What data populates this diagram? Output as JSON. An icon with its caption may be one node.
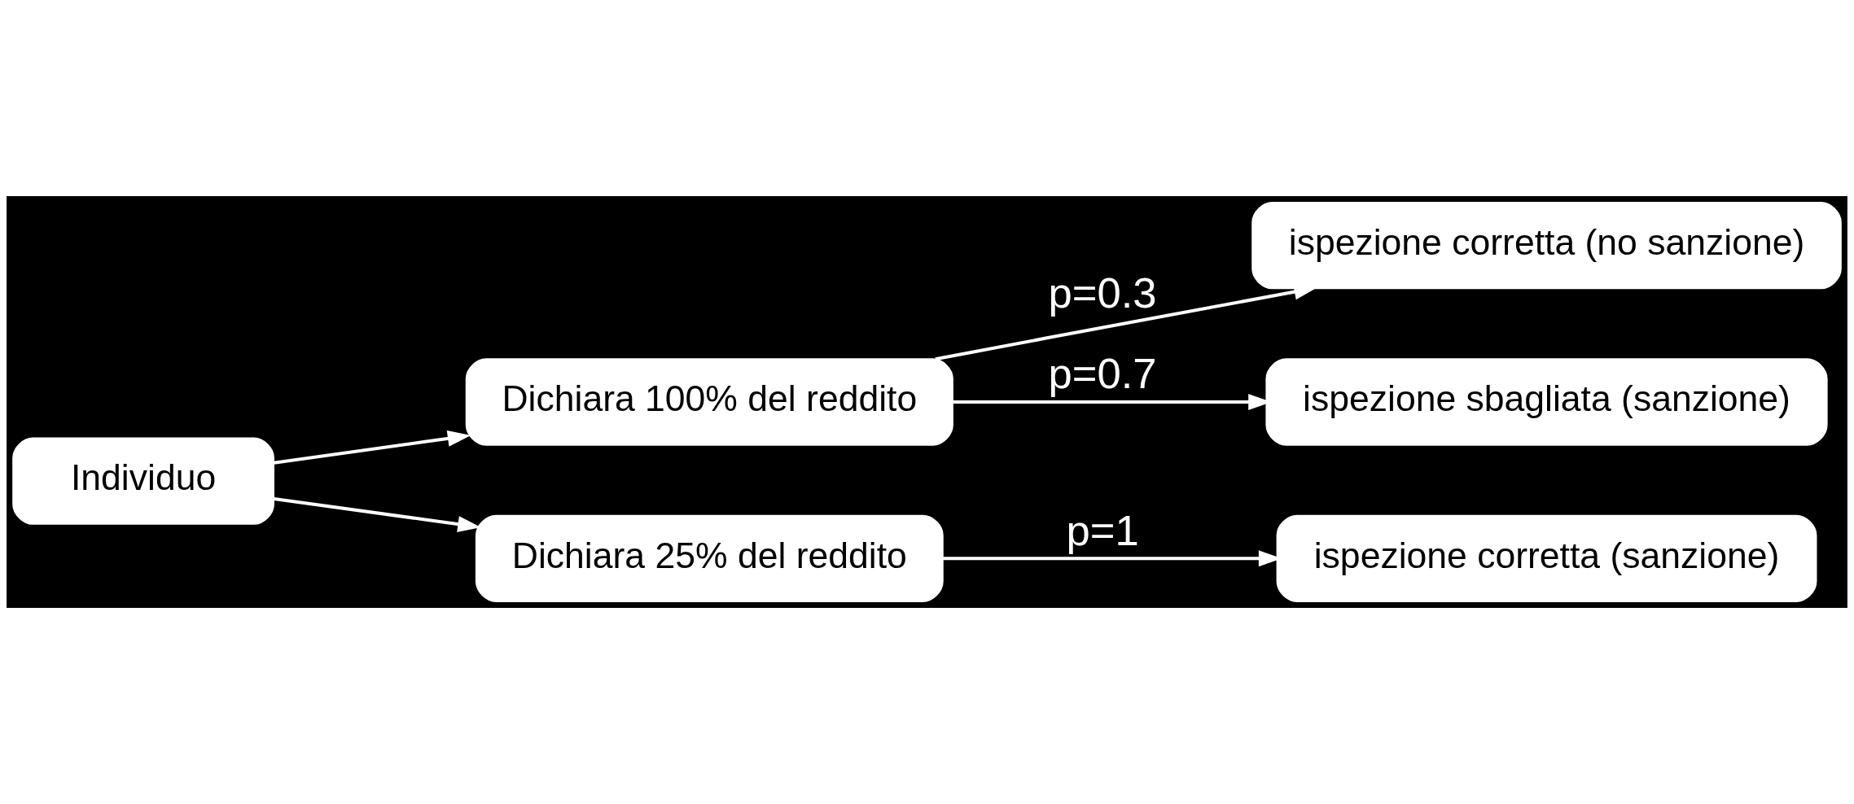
{
  "diagram": {
    "nodes": [
      {
        "text": [
          "Individuo"
        ]
      },
      {
        "text": [
          "Dichiara 100% del reddito"
        ]
      },
      {
        "text": [
          "Dichiara 25% del reddito"
        ]
      },
      {
        "text": [
          "ispezione corretta (no sanzione)"
        ]
      },
      {
        "text": [
          "ispezione sbagliata (sanzione)"
        ]
      },
      {
        "text": [
          "ispezione corretta (sanzione)"
        ]
      }
    ],
    "edges": [
      {
        "from": 0,
        "to": 1,
        "arrow": "to"
      },
      {
        "from": 0,
        "to": 2,
        "arrow": "to"
      },
      {
        "from": 1,
        "to": 3,
        "arrow": "to",
        "label": "p=0.3"
      },
      {
        "from": 1,
        "to": 4,
        "arrow": "to",
        "label": "p=0.7"
      },
      {
        "from": 2,
        "to": 5,
        "arrow": "to",
        "label": "p=1"
      }
    ]
  }
}
